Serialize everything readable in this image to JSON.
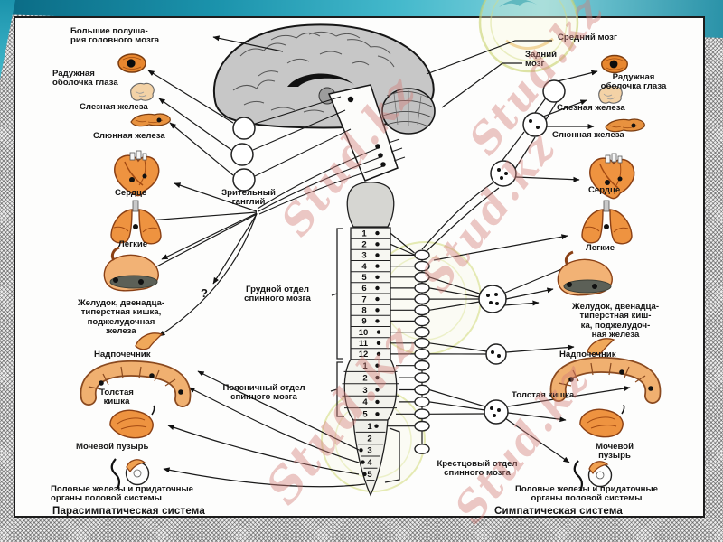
{
  "slide": {
    "watermark": {
      "text": "Stud.kz",
      "color": "#d27d78"
    },
    "accent_teal": "#1b93ac"
  },
  "diagram": {
    "brain_labels": {
      "cerebral": "Большие полуша-\nрия головного мозга",
      "midbrain": "Средний мозг",
      "hindbrain": "Задний\nмозг"
    },
    "ganglion_label": "Зрительный\nганглий",
    "question_mark": "?",
    "spine_labels": {
      "thoracic": "Грудной отдел\nспинного мозга",
      "lumbar": "Поясничный отдел\nспинного мозга",
      "sacral": "Крестцовый отдел\nспинного мозга"
    },
    "spine_segments": {
      "thoracic": [
        "1",
        "2",
        "3",
        "4",
        "5",
        "6",
        "7",
        "8",
        "9",
        "10",
        "11",
        "12"
      ],
      "lumbar": [
        "1",
        "2",
        "3",
        "4",
        "5"
      ],
      "sacral": [
        "1",
        "2",
        "3",
        "4",
        "5"
      ]
    },
    "left": {
      "iris": "Радужная\nоболочка глаза",
      "lacrimal": "Слезная железа",
      "salivary": "Слюнная железа",
      "heart": "Сердце",
      "lungs": "Легкие",
      "stomach": "Желудок, двенадца-\nтиперстная кишка,\nподжелудочная\nжелеза",
      "adrenal": "Надпочечник",
      "colon": "Толстая\nкишка",
      "bladder": "Мочевой пузырь",
      "gonads": "Половые железы и придаточные\nорганы половой системы",
      "caption": "Парасимпатическая система"
    },
    "right": {
      "iris": "Радужная\nоболочка глаза",
      "lacrimal": "Слезная железа",
      "salivary": "Слюнная железа",
      "heart": "Сердце",
      "lungs": "Легкие",
      "stomach": "Желудок, двенадца-\nтиперстная киш-\nка, поджелудоч-\nная железа",
      "adrenal": "Надпочечник",
      "colon": "Толстая кишка",
      "bladder": "Мочевой\nпузырь",
      "gonads": "Половые железы и придаточные\nорганы половой системы",
      "caption": "Симпатическая система"
    }
  }
}
